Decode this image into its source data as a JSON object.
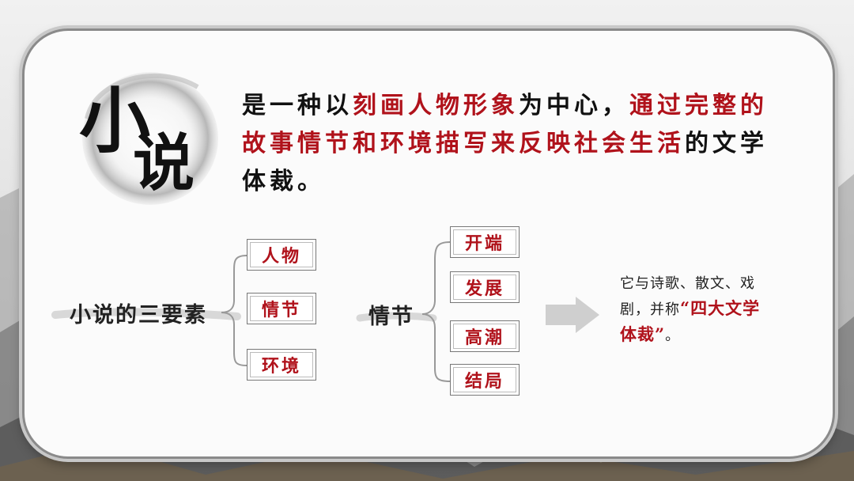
{
  "title": {
    "char1": "小",
    "char2": "说"
  },
  "definition": {
    "segments": [
      {
        "text": "是一种以",
        "highlight": false
      },
      {
        "text": "刻画人物形象",
        "highlight": true
      },
      {
        "text": "为中心，",
        "highlight": false
      },
      {
        "text": "通过完整的故事情节和环境描写来反映社会生活",
        "highlight": true
      },
      {
        "text": "的文学体裁。",
        "highlight": false
      }
    ]
  },
  "three_elements": {
    "label": "小说的三要素",
    "items": [
      "人物",
      "情节",
      "环境"
    ]
  },
  "plot": {
    "label": "情节",
    "stages": [
      "开端",
      "发展",
      "高潮",
      "结局"
    ]
  },
  "note": {
    "prefix": "它与诗歌、散文、戏剧，并称",
    "highlight": "“四大文学体裁”",
    "suffix": "。"
  },
  "colors": {
    "accent_red": "#b0121b",
    "text": "#111111",
    "border": "#777777"
  }
}
